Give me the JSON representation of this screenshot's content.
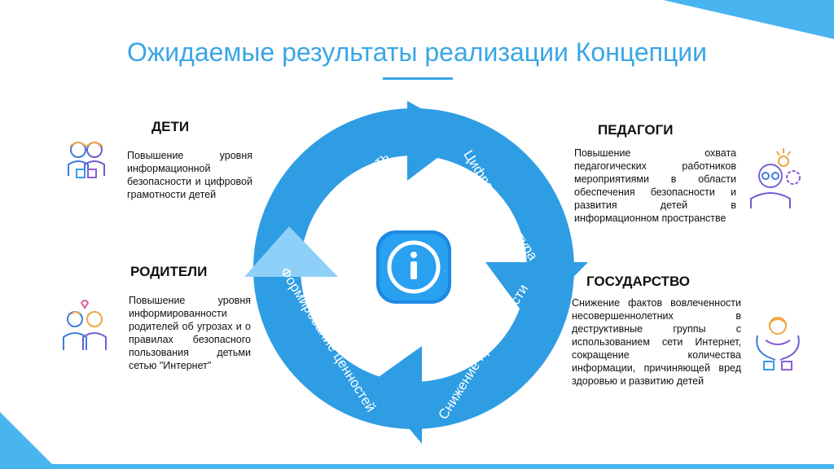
{
  "title": "Ожидаемые результаты реализации Концепции",
  "cycle": {
    "segments": [
      "Безопасность",
      "Цифровая культура",
      "Снижение преступности",
      "Формирование ценностей"
    ]
  },
  "groups": {
    "children": {
      "heading": "ДЕТИ",
      "text": "Повышение уровня информационной безопасности и цифровой грамотности детей"
    },
    "parents": {
      "heading": "РОДИТЕЛИ",
      "text": "Повышение уровня информированности родителей об угрозах и о правилах безопасного пользования детьми сетью \"Интернет\""
    },
    "teachers": {
      "heading": "ПЕДАГОГИ",
      "text": "Повышение охвата педагогических работников мероприятиями в области обеспечения безопасности и развития детей в информационном пространстве"
    },
    "state": {
      "heading": "ГОСУДАРСТВО",
      "text": "Снижение фактов вовлеченности несовершеннолетних в деструктивные группы с использованием сети Интернет, сокращение количества информации, причиняющей вред здоровью и развитию детей"
    }
  },
  "colors": {
    "accent": "#3aa6e6",
    "ring": "#2e9de4",
    "ring_light": "#8fd0f8"
  },
  "icons": {
    "center": "info-icon",
    "children": "children-icon",
    "parents": "parents-icon",
    "teachers": "teacher-icon",
    "state": "care-hands-icon"
  }
}
